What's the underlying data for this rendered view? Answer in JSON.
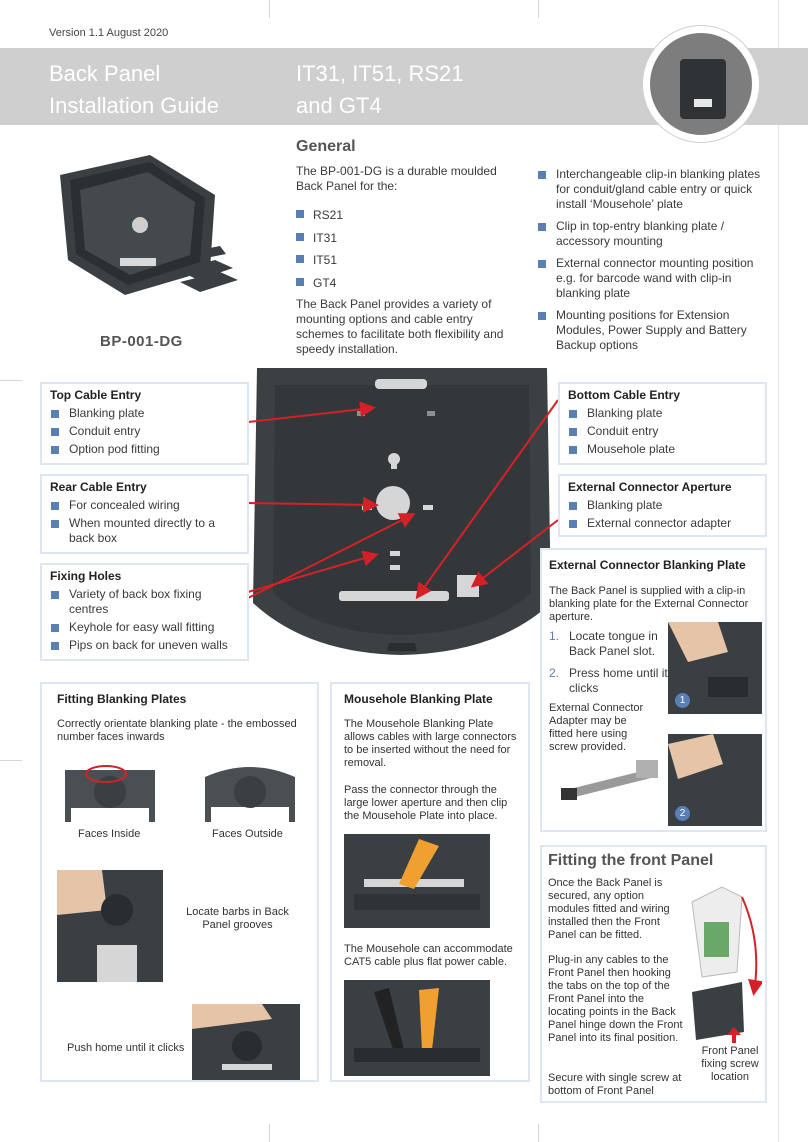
{
  "header": {
    "version": "Version 1.1 August 2020",
    "title_left": [
      "Back Panel",
      "Installation Guide"
    ],
    "title_right": [
      "IT31, IT51, RS21",
      "and GT4"
    ],
    "accent": "#5a7fb4",
    "band_color": "#cfcfcf"
  },
  "product": {
    "name": "BP-001-DG"
  },
  "general": {
    "heading": "General",
    "intro": "The BP-001-DG is a durable moulded Back Panel for the:",
    "models": [
      "RS21",
      "IT31",
      "IT51",
      "GT4"
    ],
    "outro": "The Back Panel provides a variety of mounting options and cable entry schemes to facilitate both flexibility and speedy installation.",
    "features": [
      "Interchangeable clip-in blanking plates for conduit/gland cable entry or quick install ‘Mousehole’ plate",
      "Clip in top-entry blanking plate / accessory mounting",
      "External connector mounting position e.g. for barcode wand with clip-in blanking plate",
      "Mounting positions for Extension Modules, Power Supply and Battery Backup options"
    ]
  },
  "callouts": {
    "top_cable": {
      "title": "Top Cable Entry",
      "items": [
        "Blanking plate",
        "Conduit entry",
        "Option pod fitting"
      ]
    },
    "rear_cable": {
      "title": "Rear Cable Entry",
      "items": [
        "For concealed wiring",
        "When mounted directly to a back box"
      ]
    },
    "fixing_holes": {
      "title": "Fixing Holes",
      "items": [
        "Variety of back box fixing centres",
        "Keyhole for easy wall fitting",
        "Pips on back for uneven walls"
      ]
    },
    "bottom_cable": {
      "title": "Bottom Cable Entry",
      "items": [
        "Blanking plate",
        "Conduit entry",
        "Mousehole plate"
      ]
    },
    "ext_aperture": {
      "title": "External Connector Aperture",
      "items": [
        "Blanking plate",
        "External connector adapter"
      ]
    }
  },
  "ext_blanking": {
    "title": "External Connector Blanking Plate",
    "intro": "The Back Panel is supplied with a clip-in blanking plate for the External Connector aperture.",
    "steps": [
      {
        "n": "1.",
        "text": "Locate tongue in Back Panel slot."
      },
      {
        "n": "2.",
        "text": "Press home until it clicks"
      }
    ],
    "note": "External Connector Adapter may be fitted here using screw provided.",
    "photo_nums": [
      "1",
      "2"
    ]
  },
  "fitting_blanking": {
    "title": "Fitting Blanking Plates",
    "intro": "Correctly orientate blanking plate - the embossed number faces inwards",
    "faces_inside": "Faces Inside",
    "faces_outside": "Faces Outside",
    "locate_barbs": "Locate barbs in Back Panel grooves",
    "push_home": "Push home until it clicks"
  },
  "mousehole": {
    "title": "Mousehole Blanking Plate",
    "p1": "The Mousehole Blanking Plate allows cables with large connectors to be inserted without the need for removal.",
    "p2": "Pass the connector through the large lower aperture and then clip the Mousehole Plate into place.",
    "p3": "The Mousehole can accommodate CAT5 cable plus flat power cable."
  },
  "front_panel": {
    "title": "Fitting the front Panel",
    "p1": "Once the Back Panel is secured, any option modules fitted and wiring installed then the Front Panel can be fitted.",
    "p2": "Plug-in any cables to the Front Panel then hooking the tabs on the top of the Front Panel into the locating points in the Back Panel hinge down the Front Panel into its final position.",
    "p3": "Secure with single screw at bottom of Front Panel",
    "screw_label": "Front  Panel fixing screw location"
  }
}
